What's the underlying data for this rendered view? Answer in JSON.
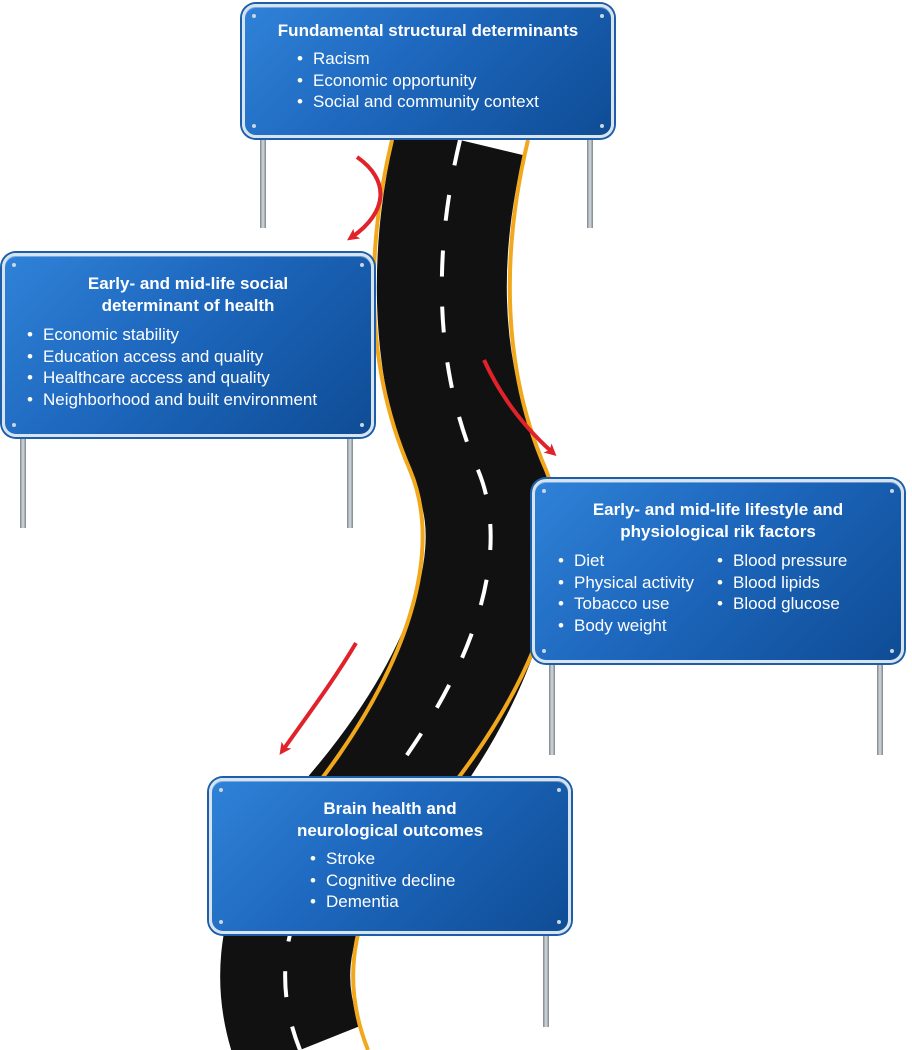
{
  "colors": {
    "sign_blue": "#1d67bd",
    "road": "#111111",
    "road_edge_line": "#f2a81d",
    "center_dash": "#ffffff",
    "arrow": "#e0222a",
    "post": "#a8b0b7"
  },
  "signs": {
    "structural": {
      "title": "Fundamental structural determinants",
      "items": [
        "Racism",
        "Economic opportunity",
        "Social and community context"
      ]
    },
    "social": {
      "title": "Early- and mid-life social\ndeterminant of health",
      "items": [
        "Economic stability",
        "Education access and quality",
        "Healthcare access and quality",
        "Neighborhood and built environment"
      ]
    },
    "lifestyle": {
      "title": "Early- and mid-life lifestyle and\nphysiological rik factors",
      "left_items": [
        "Diet",
        "Physical activity",
        "Tobacco use",
        "Body weight"
      ],
      "right_items": [
        "Blood pressure",
        "Blood lipids",
        "Blood glucose"
      ]
    },
    "brain": {
      "title": "Brain health and\nneurological outcomes",
      "items": [
        "Stroke",
        "Cognitive decline",
        "Dementia"
      ]
    }
  }
}
